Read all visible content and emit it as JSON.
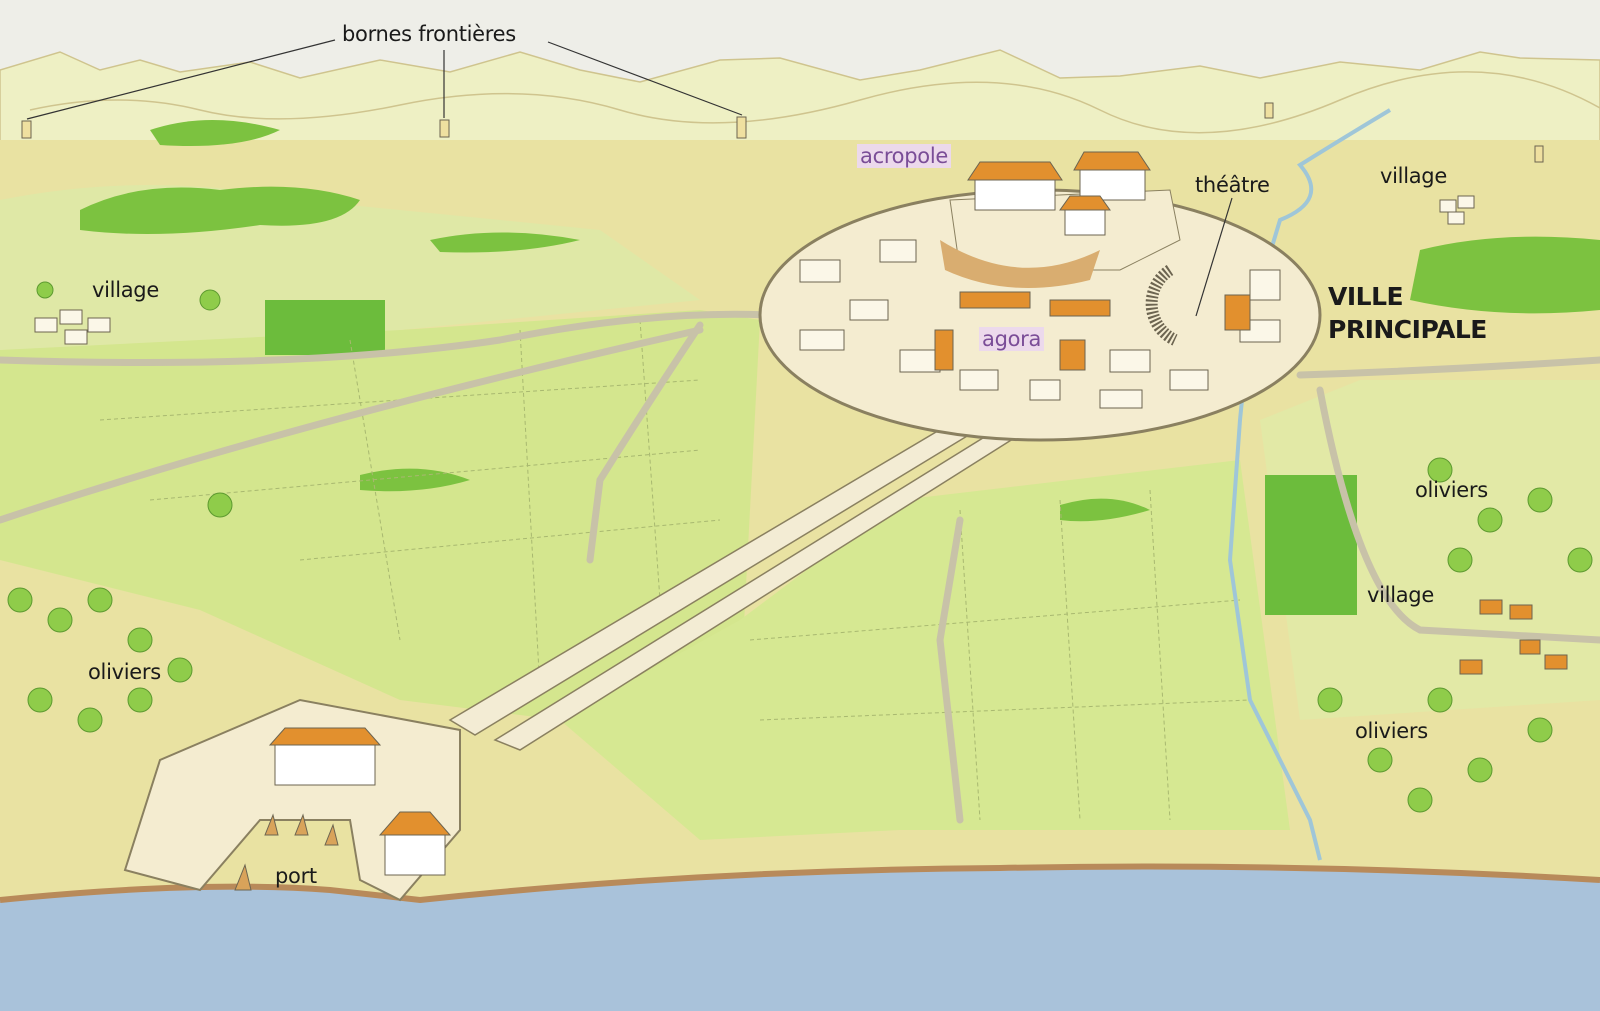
{
  "labels": {
    "boundary_stones": "bornes frontières",
    "acropolis": "acropole",
    "theatre": "théâtre",
    "village_ne": "village",
    "village_w": "village",
    "village_e": "village",
    "main_city_line1": "VILLE",
    "main_city_line2": "PRINCIPALE",
    "agora": "agora",
    "olives_w": "oliviers",
    "olives_e": "oliviers",
    "olives_se": "oliviers",
    "port": "port"
  },
  "colors": {
    "sky": "#eeeee8",
    "hills": "#eef0c4",
    "land": "#e9e2a2",
    "field_green": "#c9e27a",
    "forest_green": "#6cb83a",
    "sea": "#a9c2da",
    "roof_orange": "#e2902e",
    "highlight_purple": "#7a4d97"
  }
}
